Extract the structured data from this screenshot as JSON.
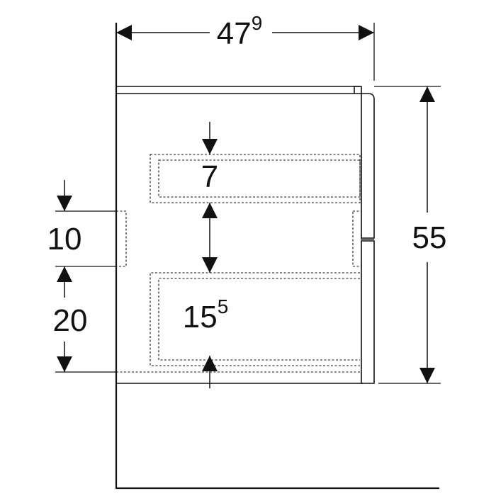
{
  "colors": {
    "line": "#111111",
    "background": "#ffffff"
  },
  "dimensions": {
    "width": {
      "main": "47",
      "sup": "9"
    },
    "height": {
      "main": "55"
    },
    "upper_drawer": {
      "main": "7"
    },
    "lower_drawer": {
      "main": "15",
      "sup": "5"
    },
    "left_upper": {
      "main": "10"
    },
    "left_lower": {
      "main": "20"
    }
  }
}
